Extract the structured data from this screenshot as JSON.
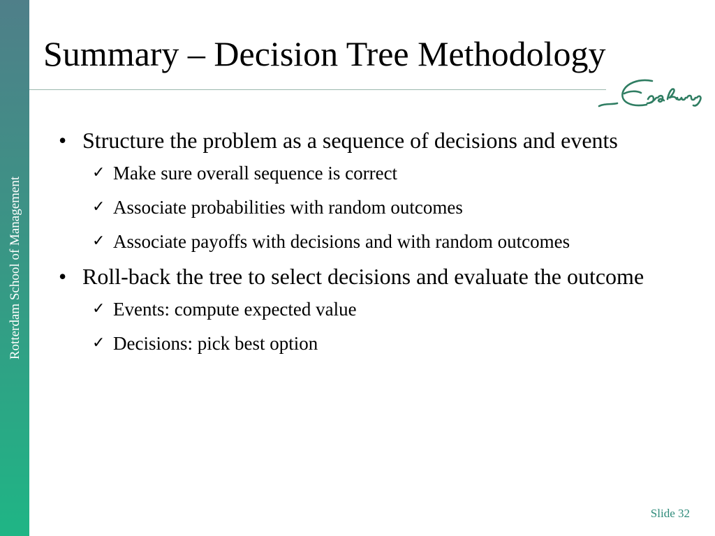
{
  "sidebar": {
    "text": "Rotterdam School of Management"
  },
  "slide": {
    "title": "Summary – Decision Tree Methodology",
    "bullets": [
      {
        "text": "Structure the problem as a sequence of decisions and events",
        "subitems": [
          "Make sure overall sequence is correct",
          "Associate probabilities with random outcomes",
          "Associate payoffs with decisions and with random outcomes"
        ]
      },
      {
        "text": "Roll-back the tree to select decisions and evaluate the outcome",
        "subitems": [
          "Events: compute expected value",
          "Decisions: pick best option"
        ]
      }
    ],
    "slide_number": "Slide 32"
  },
  "logo": {
    "icon": "erasmus-signature-logo",
    "color": "#2f7d62"
  },
  "colors": {
    "sidebar_top": "#4f7f89",
    "sidebar_bottom": "#1fb585",
    "accent": "#2e8b7a"
  }
}
